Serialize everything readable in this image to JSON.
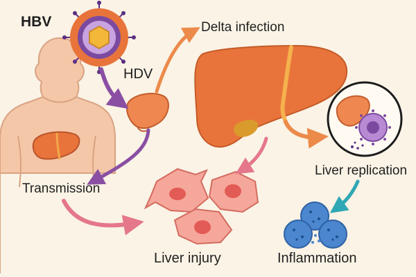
{
  "labels": {
    "hbv": "HBV",
    "hdv": "HDV",
    "delta_infection": "Delta infection",
    "transmission": "Transmission",
    "liver_replication": "Liver replication",
    "liver_injury": "Liver injury",
    "inflammation": "Inflammation"
  },
  "icons": {
    "hbv_virus": "virus-icon",
    "hdv_particle": "hdv-liver-shape-icon",
    "human_body": "human-torso-icon",
    "liver": "liver-icon",
    "replication_inset": "liver-with-virus-icon",
    "injured_cells": "damaged-hepatocytes-icon",
    "inflammation_cells": "inflamed-cells-icon"
  },
  "colors": {
    "background": "#faf3e6",
    "liver": "#e8743b",
    "hbv_ring": "#7b4aa0",
    "hbv_core": "#f3b83a",
    "arrow_purple": "#8a4fa3",
    "arrow_orange": "#ec8a4a",
    "arrow_pink": "#e5778a",
    "arrow_teal": "#2fa7b4",
    "injured_cell": "#f6a79b",
    "inflammation_cell": "#4b86cf"
  }
}
